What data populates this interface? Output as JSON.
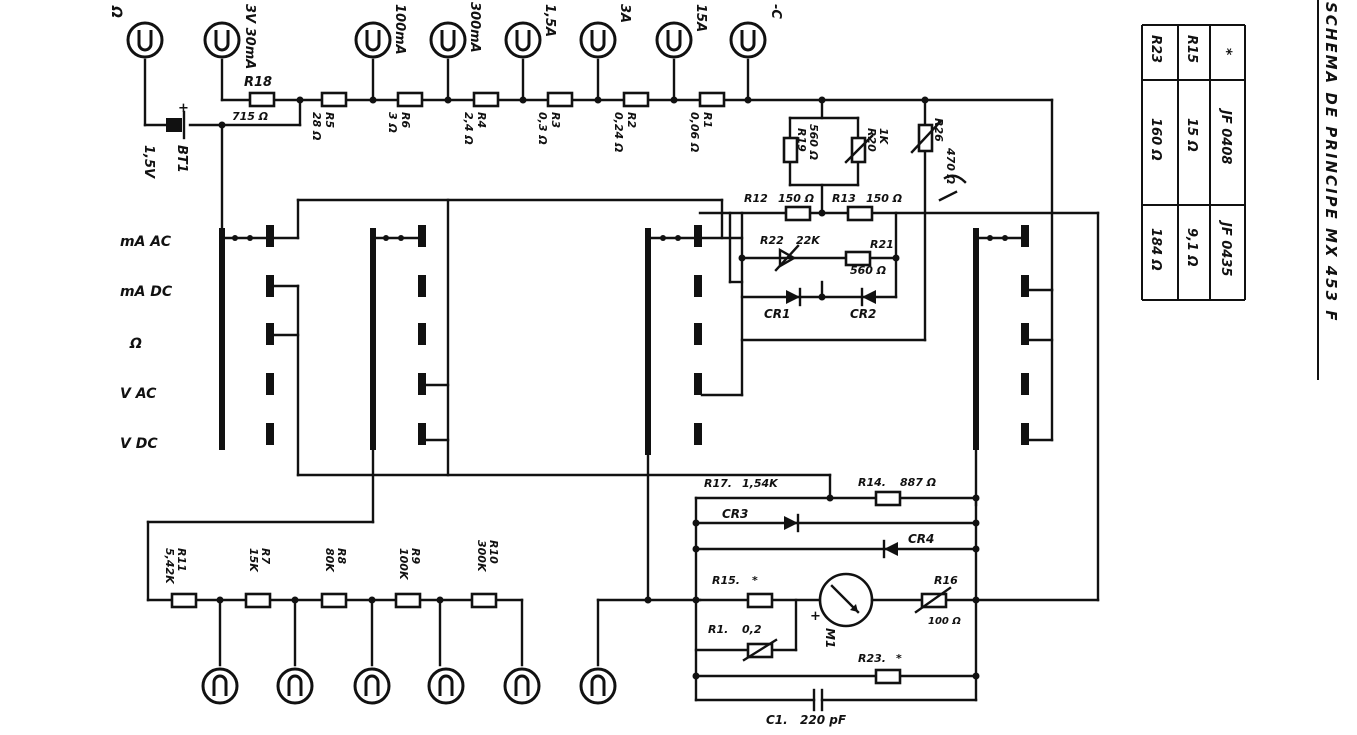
{
  "title": "SCHEMA DE PRINCIPE MX 453 F",
  "top_terminals": [
    {
      "id": "t-ohm",
      "label": "Ω"
    },
    {
      "id": "t-30ma",
      "label": "3V 30mA"
    },
    {
      "id": "t-100ma",
      "label": "100mA"
    },
    {
      "id": "t-300ma",
      "label": "300mA"
    },
    {
      "id": "t-1.5a",
      "label": "1,5A"
    },
    {
      "id": "t-3a",
      "label": "3A"
    },
    {
      "id": "t-15a",
      "label": "15A"
    },
    {
      "id": "t-com",
      "label": "-C"
    }
  ],
  "top_resistors": [
    {
      "id": "R18",
      "label": "R18",
      "value": "715 Ω"
    },
    {
      "id": "R5",
      "label": "R5",
      "value": "28 Ω"
    },
    {
      "id": "R6",
      "label": "R6",
      "value": "3 Ω"
    },
    {
      "id": "R4",
      "label": "R4",
      "value": "2,4 Ω"
    },
    {
      "id": "R3",
      "label": "R3",
      "value": "0,3 Ω"
    },
    {
      "id": "R2",
      "label": "R2",
      "value": "0,24 Ω"
    },
    {
      "id": "R1",
      "label": "R1",
      "value": "0,06 Ω"
    }
  ],
  "battery": {
    "label": "BT1",
    "voltage": "1,5V",
    "polarity": "+"
  },
  "mid_components": [
    {
      "id": "R19",
      "label": "R19",
      "value": "560 Ω"
    },
    {
      "id": "R20",
      "label": "R20",
      "value": "1K"
    },
    {
      "id": "R26",
      "label": "R26",
      "value": "470 Ω"
    },
    {
      "id": "R12",
      "label": "R12",
      "value": "150 Ω"
    },
    {
      "id": "R13",
      "label": "R13",
      "value": "150 Ω"
    },
    {
      "id": "R22",
      "label": "R22",
      "value": "22K"
    },
    {
      "id": "R21",
      "label": "R21",
      "value": "560 Ω"
    },
    {
      "id": "CR1",
      "label": "CR1"
    },
    {
      "id": "CR2",
      "label": "CR2"
    }
  ],
  "mode_labels": [
    "mA AC",
    "mA DC",
    "Ω",
    "V AC",
    "V DC"
  ],
  "bottom_resistors": [
    {
      "id": "R11",
      "label": "R11",
      "value": "5,42K"
    },
    {
      "id": "R7",
      "label": "R7",
      "value": "15K"
    },
    {
      "id": "R8",
      "label": "R8",
      "value": "80K"
    },
    {
      "id": "R9",
      "label": "R9",
      "value": "100K"
    },
    {
      "id": "R10",
      "label": "R10",
      "value": "300K"
    }
  ],
  "meter_components": [
    {
      "id": "R17",
      "label": "R17.",
      "value": "1,54K"
    },
    {
      "id": "R14",
      "label": "R14.",
      "value": "887 Ω"
    },
    {
      "id": "CR3",
      "label": "CR3"
    },
    {
      "id": "CR4",
      "label": "CR4"
    },
    {
      "id": "R15",
      "label": "R15.",
      "value": "*"
    },
    {
      "id": "R16",
      "label": "R16",
      "value": "100 Ω"
    },
    {
      "id": "R1b",
      "label": "R1.",
      "value": "0,2"
    },
    {
      "id": "R23",
      "label": "R23.",
      "value": "*"
    },
    {
      "id": "M1",
      "label": "M1"
    },
    {
      "id": "C1",
      "label": "C1.",
      "value": "220 pF"
    }
  ],
  "table": {
    "header": [
      "*",
      "JF 0408",
      "JF 0435"
    ],
    "rows": [
      [
        "R15",
        "15 Ω",
        "9,1 Ω"
      ],
      [
        "R23",
        "160 Ω",
        "184 Ω"
      ]
    ]
  }
}
